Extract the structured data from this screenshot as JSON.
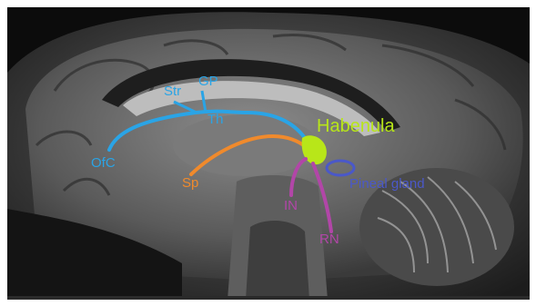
{
  "labels": {
    "str": "Str",
    "gp": "GP",
    "th": "Th",
    "ofc": "OfC",
    "sp": "Sp",
    "habenula": "Habenula",
    "pineal": "Pineal gland",
    "in": "IN",
    "rn": "RN"
  },
  "colors": {
    "cortical_input": "#2aa4e6",
    "septal_input": "#f08a2c",
    "habenula": "#b8e619",
    "output": "#b246a8",
    "pineal": "#4a58c9"
  }
}
